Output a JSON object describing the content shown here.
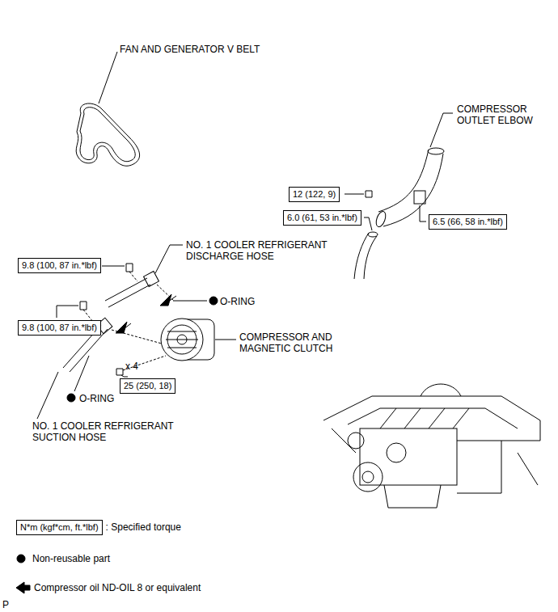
{
  "diagram": {
    "nodes": [
      {
        "text": [
          "12 (122, 9)"
        ]
      },
      {
        "text": [
          "6.0 (61, 53 in.*lbf)"
        ]
      },
      {
        "text": [
          "6.5 (66, 58 in.*lbf)"
        ]
      },
      {
        "text": [
          "9.8 (100, 87 in.*lbf)"
        ]
      },
      {
        "text": [
          "9.8 (100, 87 in.*lbf)"
        ]
      },
      {
        "text": [
          "25 (250, 18)"
        ]
      },
      {
        "text": [
          "N*m (kgf*cm, ft.*lbf)"
        ]
      }
    ],
    "labels": [
      "FAN AND GENERATOR V BELT",
      "COMPRESSOR OUTLET ELBOW",
      "NO. 1 COOLER REFRIGERANT DISCHARGE HOSE",
      "O-RING",
      "COMPRESSOR AND MAGNETIC CLUTCH",
      "x 4",
      "O-RING",
      "NO. 1 COOLER REFRIGERANT SUCTION HOSE",
      "P"
    ],
    "legend": [
      {
        "text": ": Specified torque"
      },
      {
        "text": "Non-reusable part"
      },
      {
        "text": "Compressor oil ND-OIL 8 or equivalent"
      }
    ]
  }
}
